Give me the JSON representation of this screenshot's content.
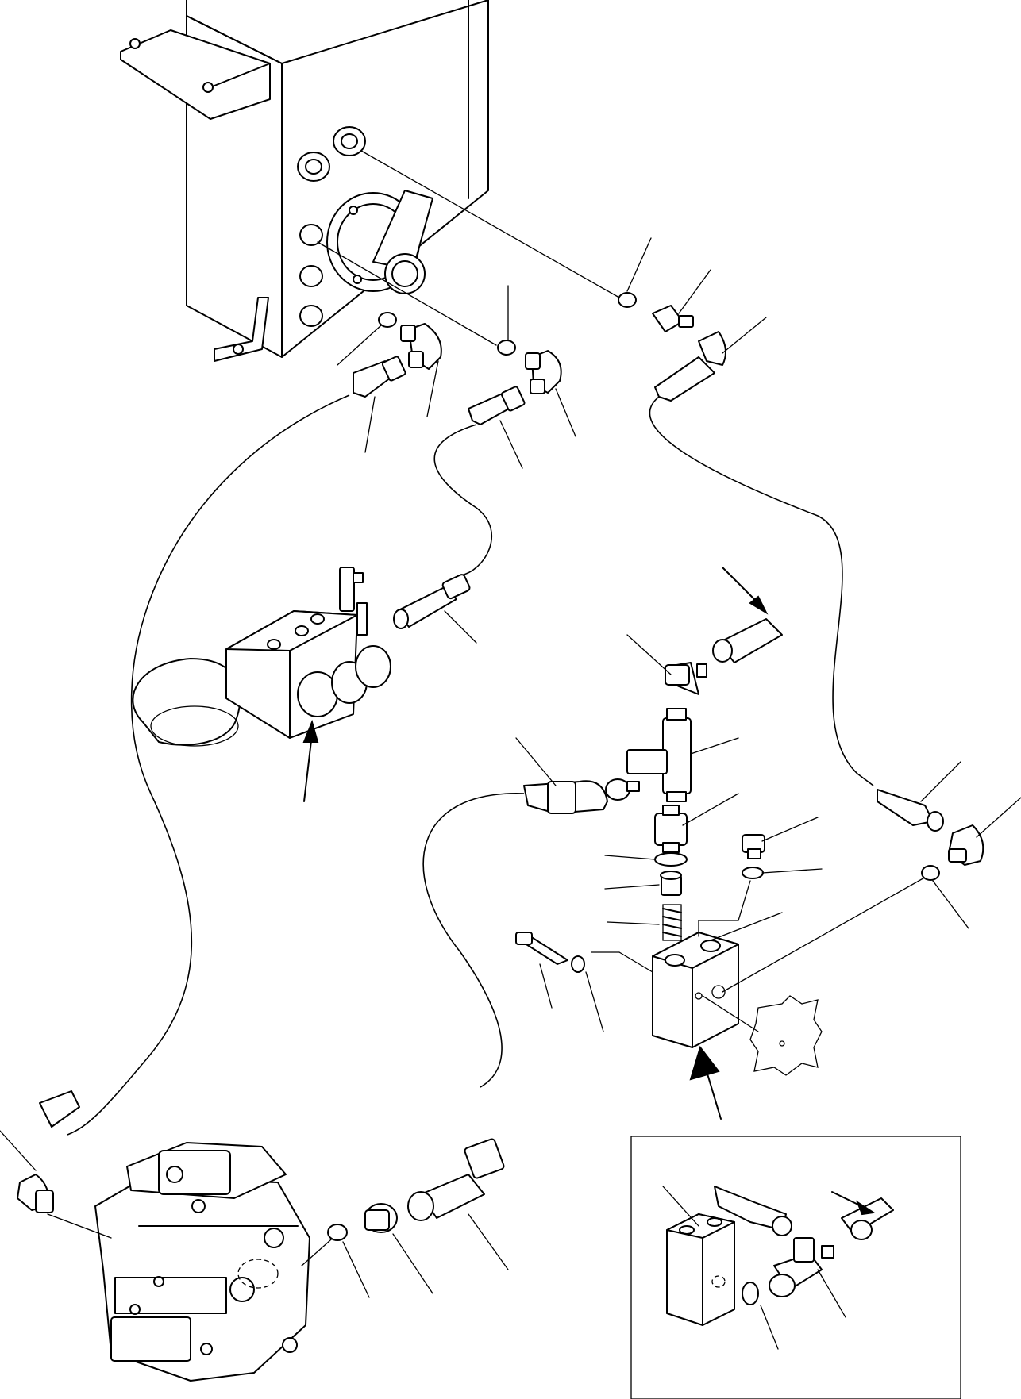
{
  "figure": {
    "kind": "exploded parts diagram (hydraulic piping)",
    "printed_text": [],
    "callout_numbers_visible": false,
    "inset_box": true
  },
  "colors": {
    "line": "#000000",
    "background": "#ffffff"
  },
  "components": [
    "hydraulic-tank",
    "accumulator-valve-block",
    "pump-assembly",
    "valve-block",
    "tee-fitting",
    "elbow-fittings",
    "hoses",
    "o-rings",
    "relief-valve-spring",
    "bolt",
    "washer",
    "inset-detail"
  ]
}
